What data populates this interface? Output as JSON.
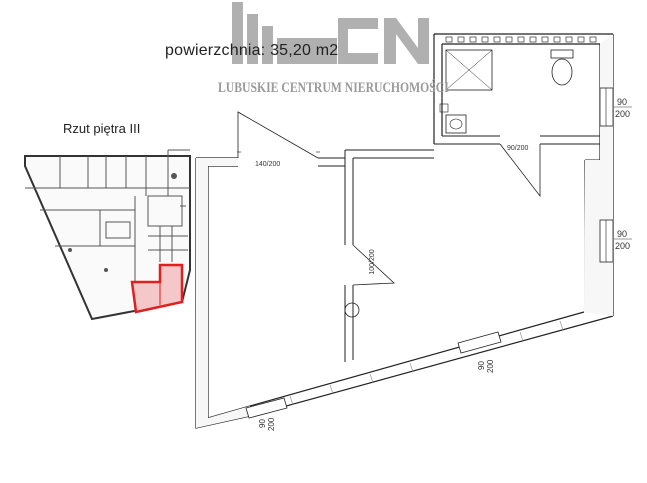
{
  "header": {
    "area_label": "powierzchnia: 35,20 m2",
    "floor_title": "Rzut piętra III"
  },
  "logo": {
    "mark": "LCN",
    "subtitle": "LUBUSKIE CENTRUM NIERUCHOMOŚCI",
    "color": "#9a9a9a"
  },
  "plan": {
    "door_labels": {
      "door_left": "140/200",
      "door_top_right": "90/200",
      "door_mid": "100/200"
    },
    "window_labels": {
      "window_right_top": [
        "90",
        "200"
      ],
      "window_right_mid": [
        "90",
        "200"
      ],
      "window_bottom_mid": [
        "90",
        "200"
      ],
      "window_bottom_left": [
        "90",
        "200"
      ]
    }
  },
  "key_plan": {
    "highlight_color": "#e02020"
  }
}
